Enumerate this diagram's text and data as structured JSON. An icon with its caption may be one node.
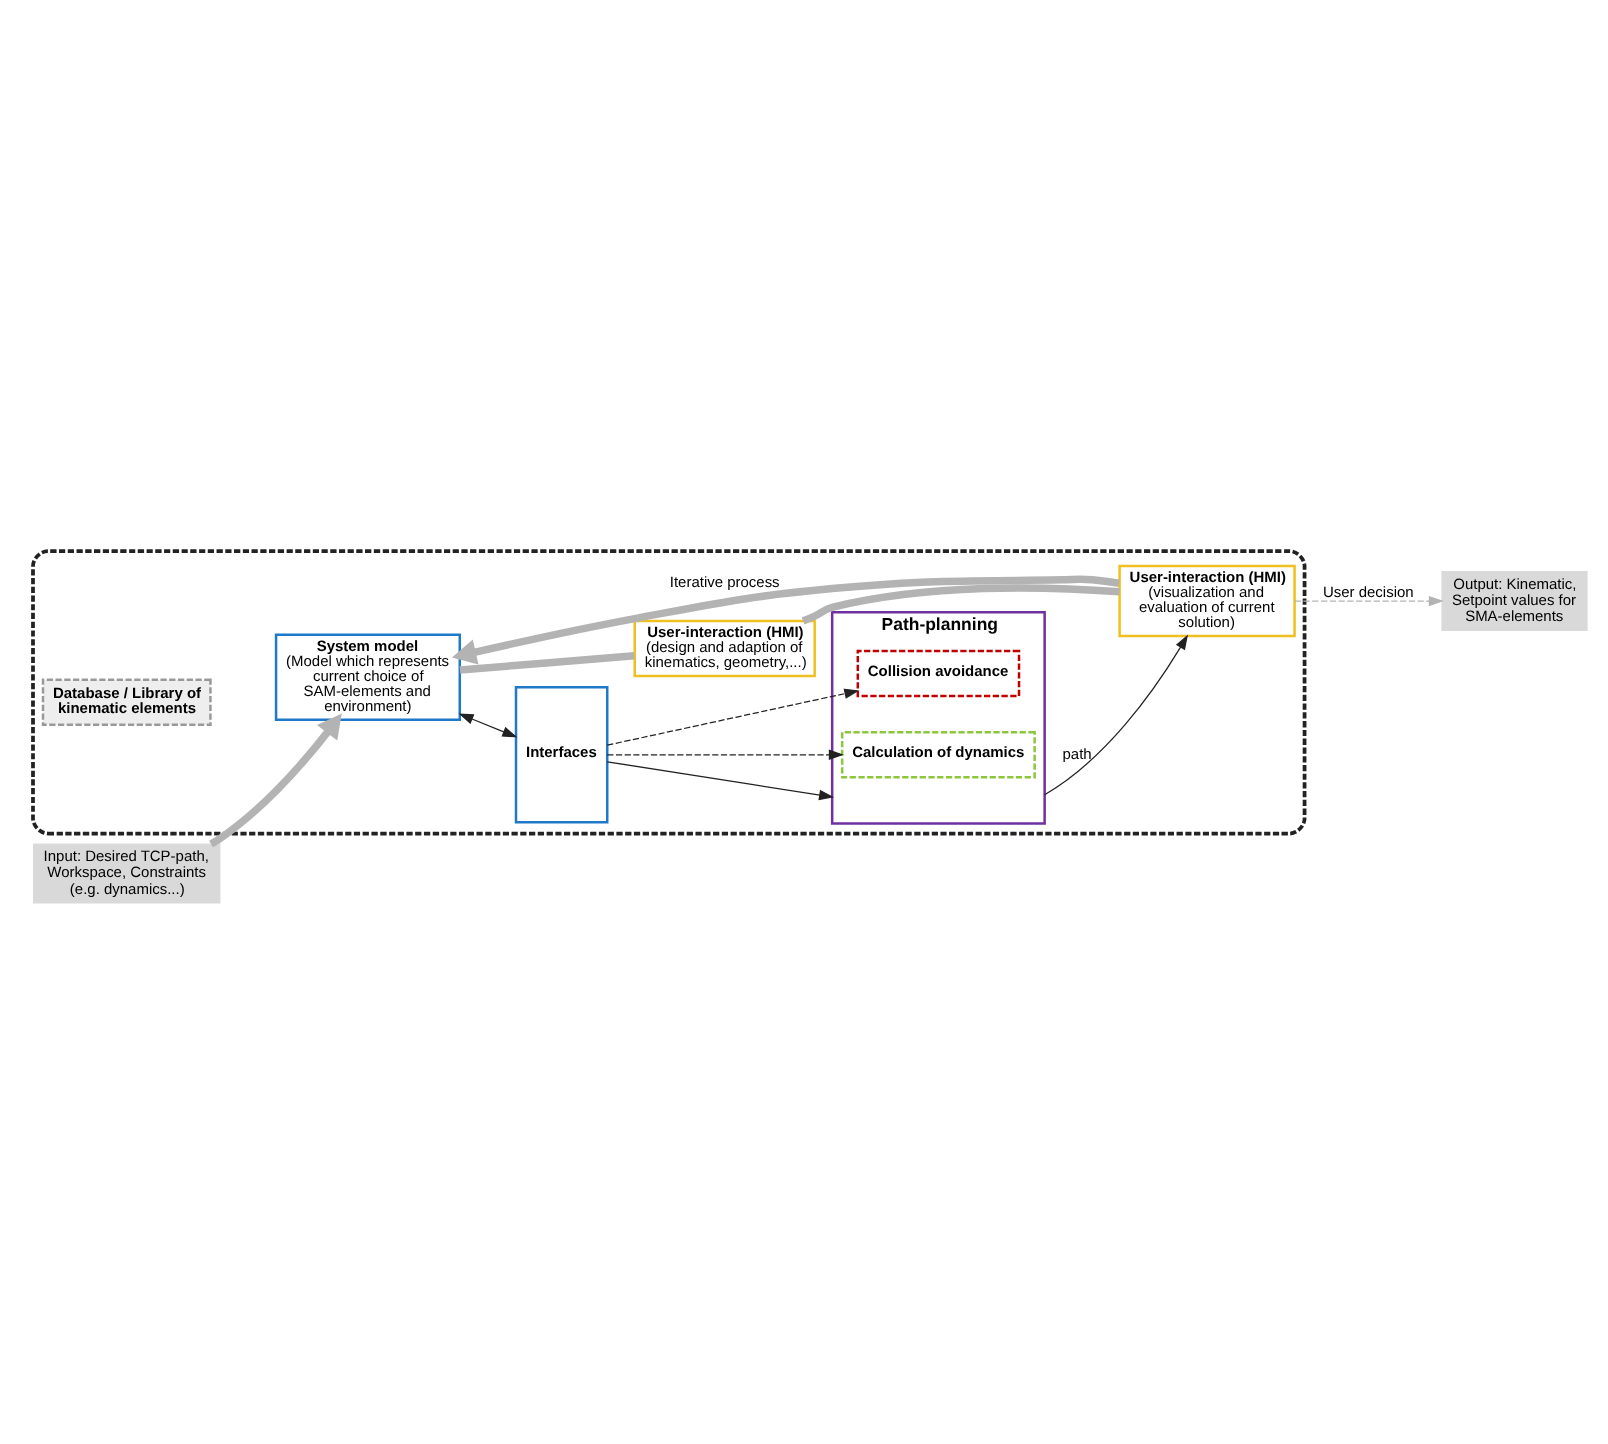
{
  "diagram": {
    "nodes": [
      {
        "text": [],
        "shape": "box"
      },
      {
        "text": [
          "Input: Desired TCP-path, Workspace, Constraints (e.g. dynamics...)"
        ]
      },
      {
        "text": [
          "Database / Library of kinematic elements"
        ],
        "in": 0
      },
      {
        "text": [
          "System model",
          "(Model which represents current choice of SAM-elements and environment)"
        ],
        "in": 0
      },
      {
        "text": [
          "Interfaces"
        ],
        "in": 0
      },
      {
        "text": [
          "User-interaction (HMI)",
          "(design and adaption of kinematics, geometry,...)"
        ],
        "in": 0
      },
      {
        "text": [
          "Path-planning"
        ],
        "in": 0
      },
      {
        "text": [
          "Calculation of dynamics"
        ],
        "in": 6
      },
      {
        "text": [
          "Collision avoidance"
        ],
        "in": 6
      },
      {
        "text": [
          "User-interaction (HMI)",
          "(visualization and evaluation of current solution)"
        ],
        "in": 0
      },
      {
        "text": [
          "Output: Kinematic, Setpoint values for SMA-elements"
        ]
      }
    ],
    "edges": [
      {
        "from": 1,
        "to": 3,
        "arrow": "to",
        "style": "thick"
      },
      {
        "from": 3,
        "to": 4,
        "arrow": "both",
        "color": "#222222"
      },
      {
        "from": 4,
        "to": 6,
        "arrow": "to",
        "color": "#222222"
      },
      {
        "from": 4,
        "to": 7,
        "arrow": "to",
        "style": "dashed",
        "color": "#222222"
      },
      {
        "from": 4,
        "to": 8,
        "arrow": "to",
        "style": "dashed",
        "color": "#222222"
      },
      {
        "from": 6,
        "to": 9,
        "label": "path",
        "arrow": "to",
        "color": "#222222"
      },
      {
        "from": 3,
        "to": 5,
        "arrow": "none",
        "style": "thick"
      },
      {
        "from": 5,
        "to": 9,
        "arrow": "none",
        "style": "thick"
      },
      {
        "from": 9,
        "to": 3,
        "label": "Iterative process",
        "arrow": "to",
        "style": "thick"
      },
      {
        "from": 9,
        "to": 10,
        "label": "User decision",
        "arrow": "to",
        "style": "dashed"
      }
    ]
  }
}
